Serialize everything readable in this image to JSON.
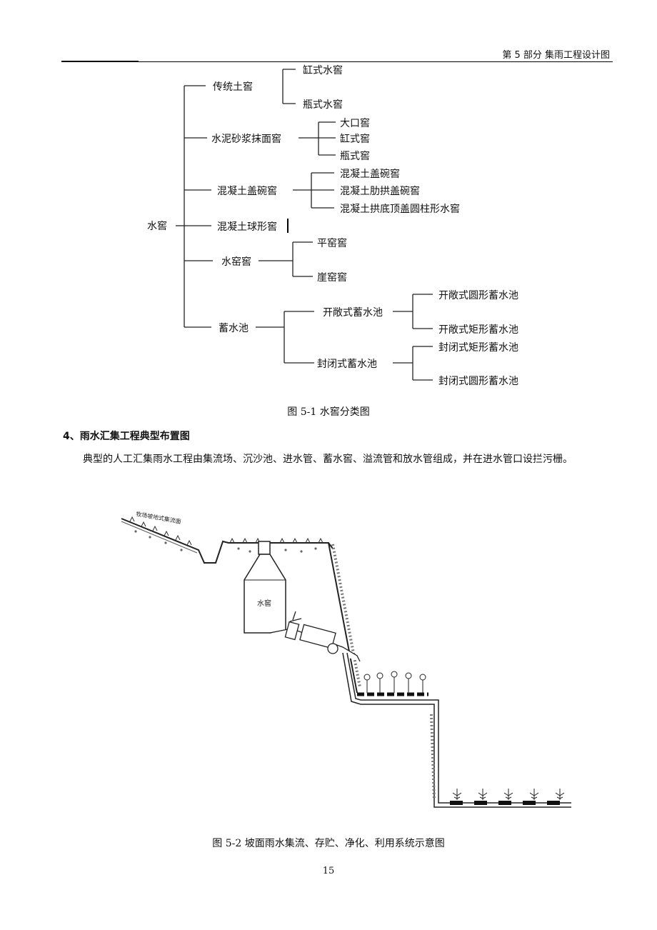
{
  "header": {
    "text": "第 5 部分  集雨工程设计图"
  },
  "tree": {
    "root": "水窖",
    "groups": [
      {
        "label": "传统土窖",
        "children": [
          "缸式水窖",
          "瓶式水窖"
        ]
      },
      {
        "label": "水泥砂浆抹面窖",
        "children": [
          "大口窖",
          "缸式窖",
          "瓶式窖"
        ]
      },
      {
        "label": "混凝土盖碗窖",
        "children": [
          "混凝土盖碗窖",
          "混凝土肋拱盖碗窖",
          "混凝土拱底顶盖圆柱形水窖"
        ]
      },
      {
        "label": "混凝土球形窖",
        "children": []
      },
      {
        "label": "水窑窖",
        "children": [
          "平窑窖",
          "崖窑窖"
        ]
      },
      {
        "label": "蓄水池",
        "children": [
          {
            "label": "开敞式蓄水池",
            "children": [
              "开敞式圆形蓄水池",
              "开敞式矩形蓄水池"
            ]
          },
          {
            "label": "封闭式蓄水池",
            "children": [
              "封闭式矩形蓄水池",
              "封闭式圆形蓄水池"
            ]
          }
        ]
      }
    ]
  },
  "figure1_caption": "图 5-1  水窖分类图",
  "section": {
    "heading": "4、雨水汇集工程典型布置图",
    "paragraph": "典型的人工汇集雨水工程由集流场、沉沙池、进水管、蓄水窖、溢流管和放水管组成，并在进水管口设拦污栅。"
  },
  "figure2": {
    "slope_label": "牧场坡地式集流面",
    "tank_label": "水窖",
    "caption": "图 5-2  坡面雨水集流、存贮、净化、利用系统示意图"
  },
  "page_number": "15"
}
